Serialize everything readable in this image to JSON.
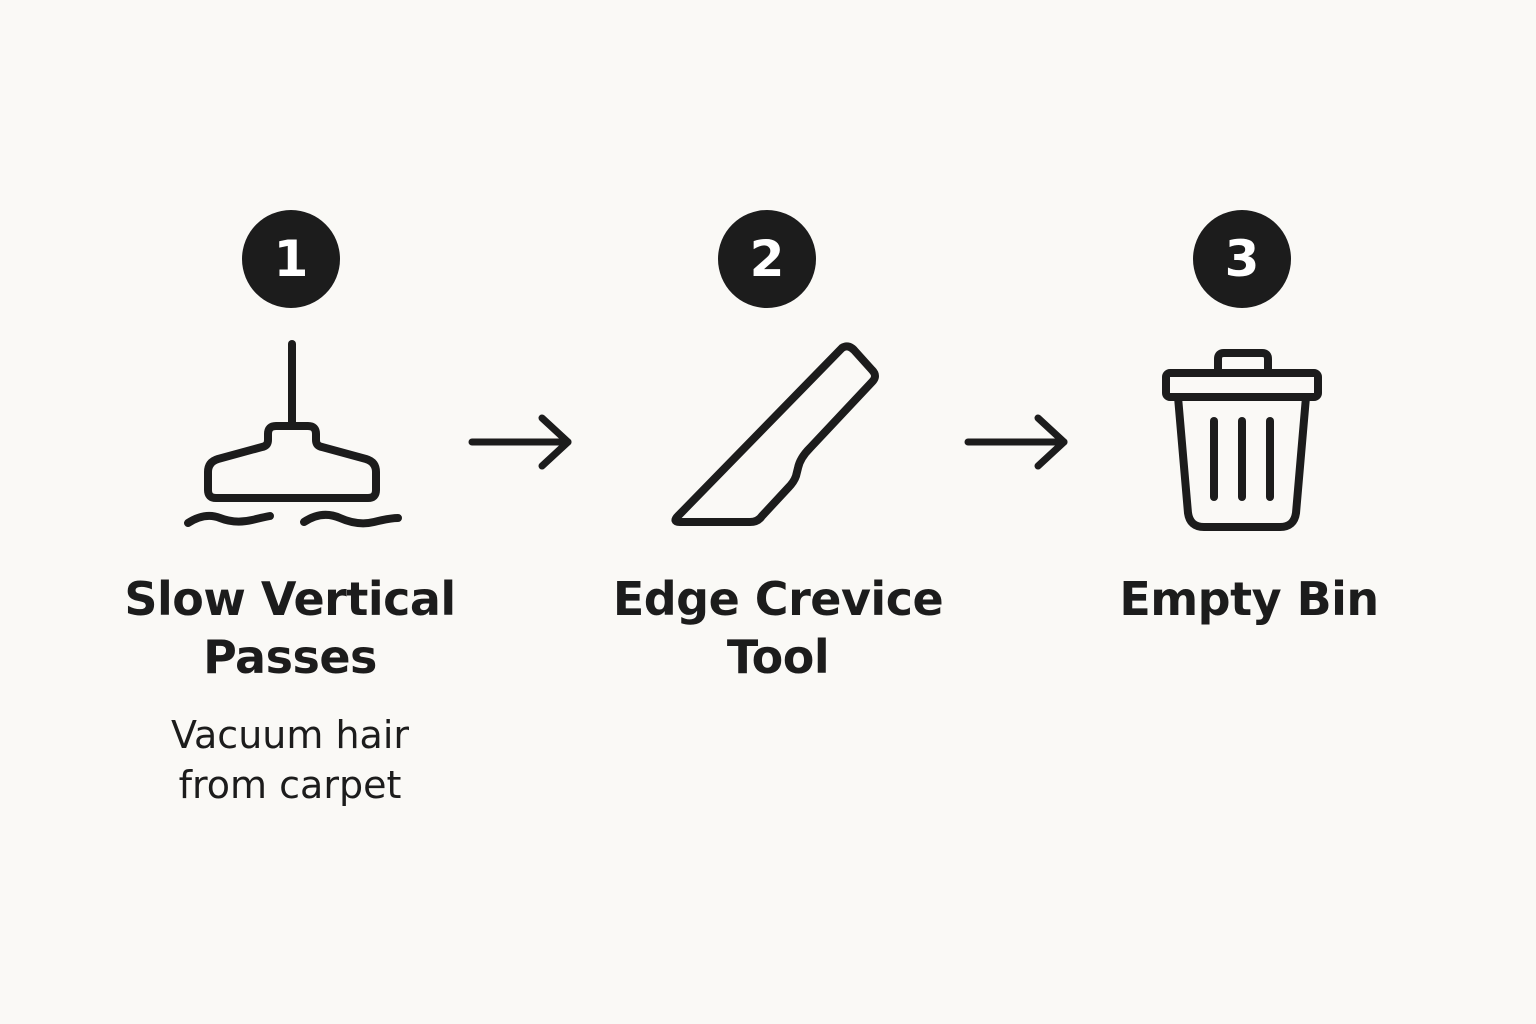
{
  "steps": [
    {
      "number": "1",
      "title": "Slow Vertical\nPasses",
      "description": "Vacuum hair\nfrom carpet",
      "icon": "vacuum-head-icon"
    },
    {
      "number": "2",
      "title": "Edge Crevice\nTool",
      "description": "",
      "icon": "crevice-tool-icon"
    },
    {
      "number": "3",
      "title": "Empty Bin",
      "description": "",
      "icon": "trash-bin-icon"
    }
  ],
  "connectors": [
    "right-arrow-icon",
    "right-arrow-icon"
  ],
  "colors": {
    "background": "#faf9f6",
    "ink": "#1c1c1c",
    "badge_text": "#ffffff"
  }
}
